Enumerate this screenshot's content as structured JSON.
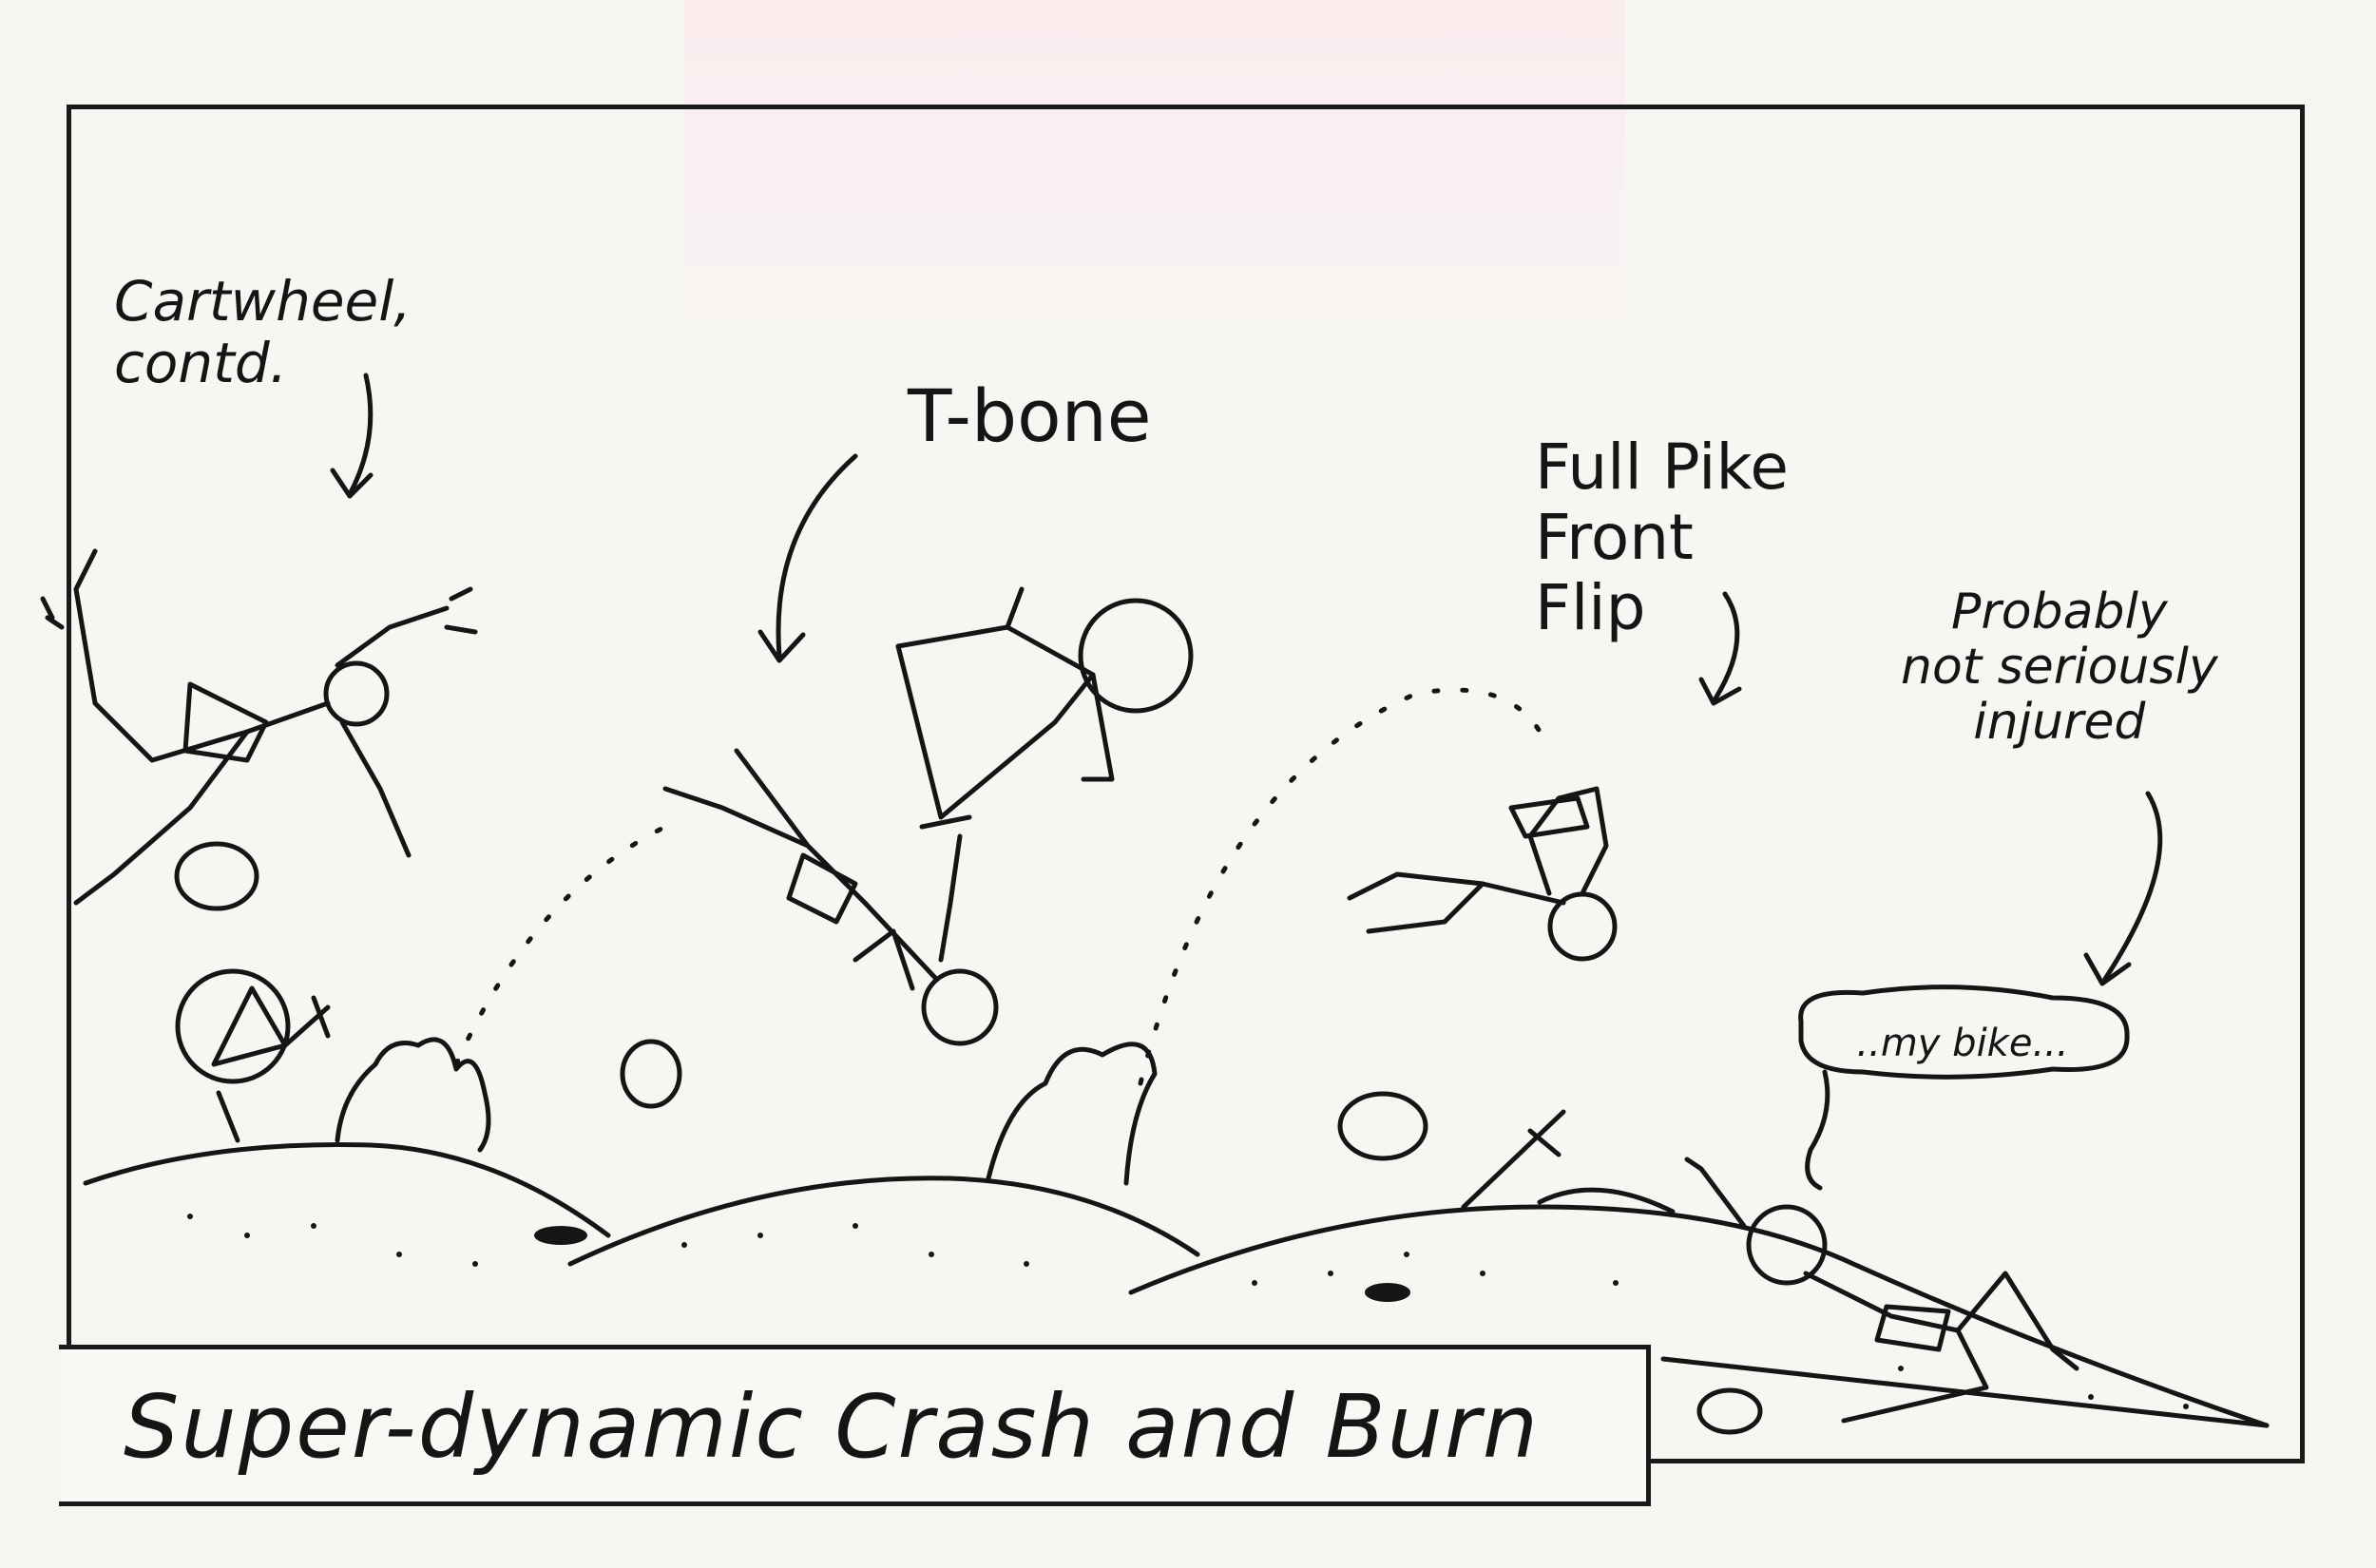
{
  "labels": {
    "cartwheel": "Cartwheel,\ncontd.",
    "tbone": "T-bone",
    "full_pike": "Full Pike\nFront\nFlip",
    "injured": "Probably\nnot seriously\ninjured",
    "speech": "..my bike...",
    "caption": "Super-dynamic  Crash and Burn"
  },
  "colors": {
    "ink": "#151515",
    "paper": "#f7f6f2",
    "stain": "#fbecee"
  }
}
